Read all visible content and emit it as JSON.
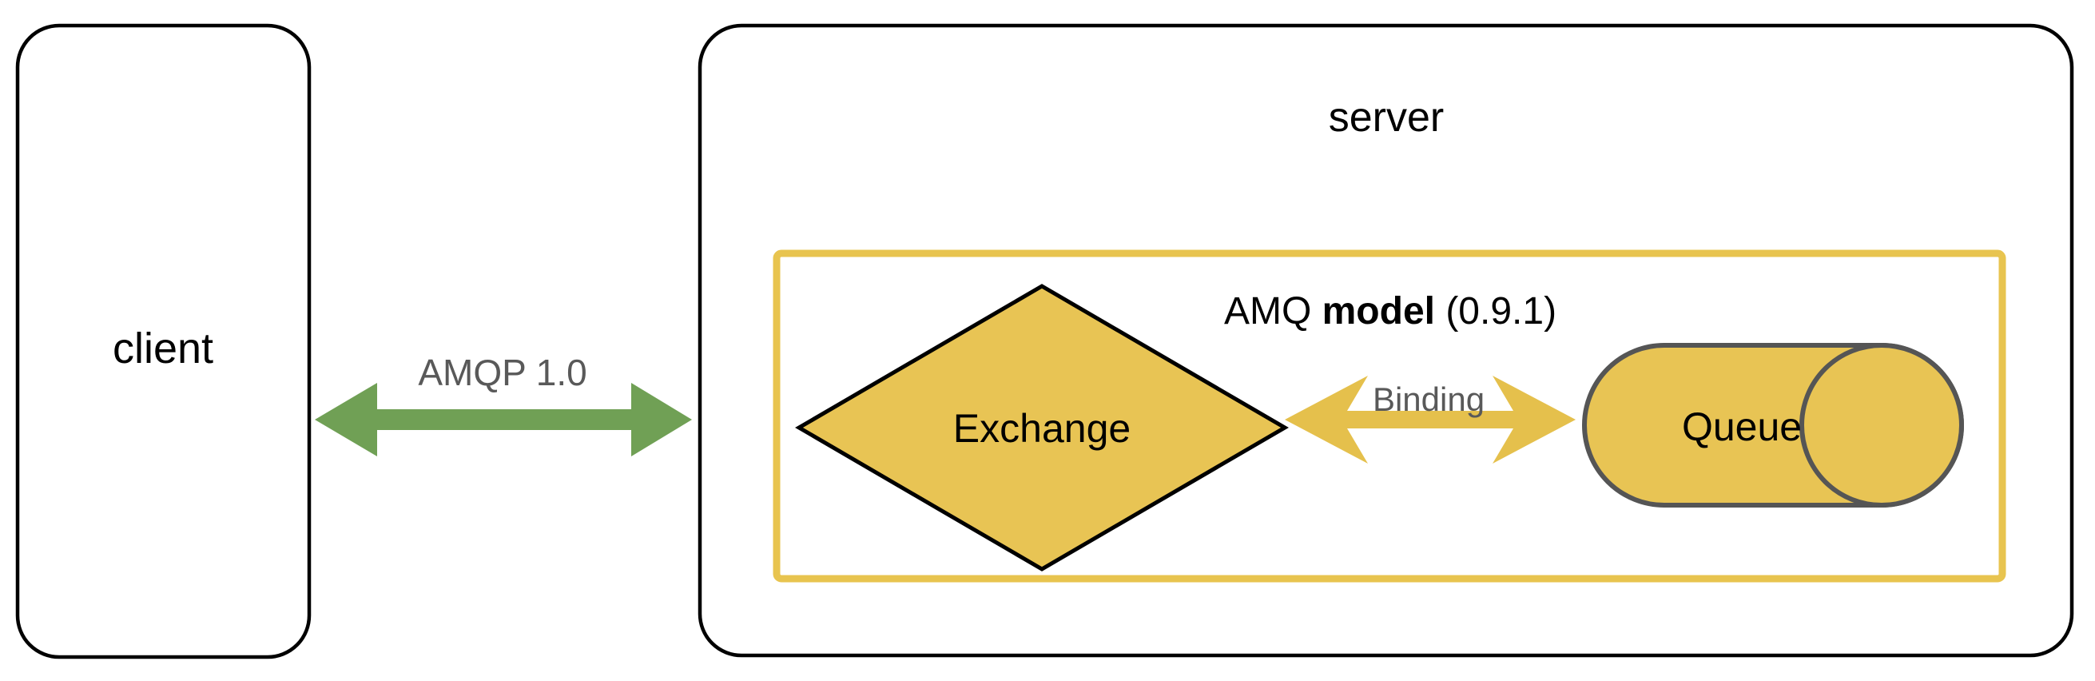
{
  "diagram": {
    "title_hidden": "",
    "nodes": {
      "client": {
        "label": "client",
        "shape": "rounded-rectangle",
        "stroke": "#000000",
        "fill": "#ffffff"
      },
      "server": {
        "label": "server",
        "shape": "rounded-rectangle",
        "stroke": "#000000",
        "fill": "#ffffff"
      },
      "amq_model": {
        "label_prefix": "AMQ ",
        "label_bold": "model",
        "label_suffix": " (0.9.1)",
        "shape": "rectangle",
        "stroke": "#e8c44f",
        "fill": "#ffffff"
      },
      "exchange": {
        "label": "Exchange",
        "shape": "diamond",
        "stroke": "#000000",
        "fill": "#e8c454"
      },
      "queue": {
        "label": "Queue",
        "shape": "cylinder",
        "stroke": "#555555",
        "fill": "#e8c454"
      }
    },
    "edges": {
      "amqp": {
        "label": "AMQP 1.0",
        "color": "#70a055",
        "label_color": "#595959",
        "style": "double-headed-arrow",
        "from": "client",
        "to": "server"
      },
      "binding": {
        "label": "Binding",
        "color": "#e5c04c",
        "label_color": "#595959",
        "style": "double-headed-arrow",
        "from": "exchange",
        "to": "queue"
      }
    },
    "colors": {
      "gold": "#e8c454",
      "gold_border": "#e8c44f",
      "green": "#70a055",
      "gray_text": "#595959",
      "black": "#000000",
      "cylinder_stroke": "#555555",
      "background": "#ffffff"
    }
  }
}
